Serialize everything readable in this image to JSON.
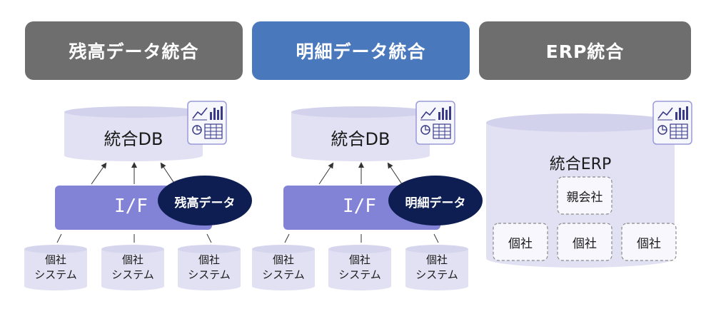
{
  "headers": {
    "zandaka": "残高データ統合",
    "meisai": "明細データ統合",
    "erp": "ERP統合"
  },
  "colors": {
    "gray": "#6e6e6e",
    "blue": "#4a78bd",
    "lavender": "#e1e1f3",
    "iface": "#8282d6",
    "navy": "#0e1e52"
  },
  "db_label": "統合DB",
  "if_label": "I/F",
  "ellipse": {
    "zandaka": "残高データ",
    "meisai": "明細データ"
  },
  "system": {
    "line1": "個社",
    "line2": "システム"
  },
  "erp": {
    "title": "統合ERP",
    "parent": "親会社",
    "child": "個社"
  },
  "icons": [
    "report-dashboard-icon",
    "report-dashboard-icon",
    "report-dashboard-icon"
  ]
}
